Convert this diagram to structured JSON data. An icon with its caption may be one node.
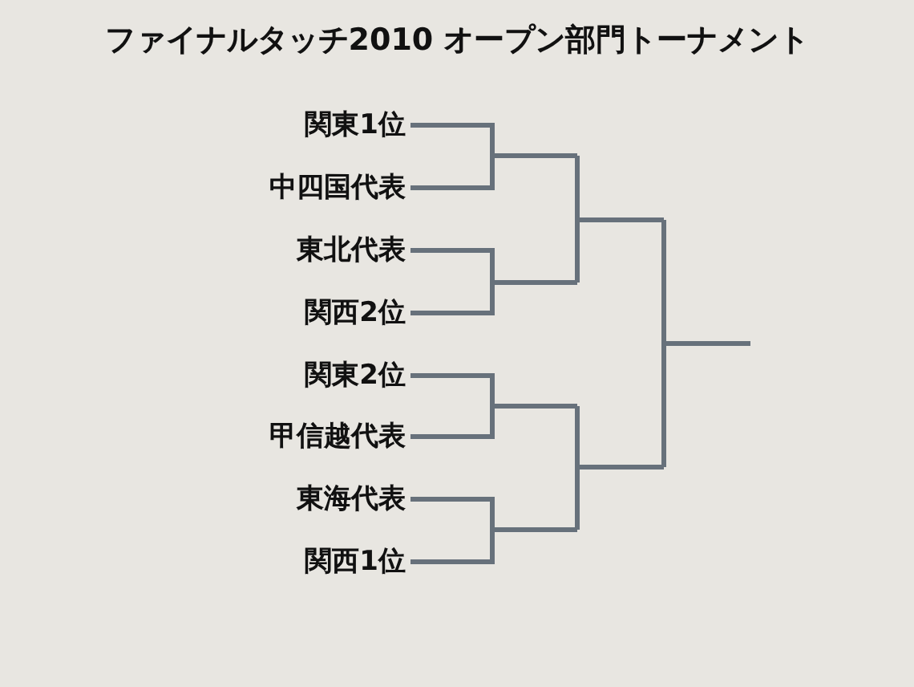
{
  "diagram": {
    "title": "ファイナルタッチ2010 オープン部門トーナメント",
    "nodes": [
      {
        "text": [
          "関東1位"
        ]
      },
      {
        "text": [
          "中四国代表"
        ]
      },
      {
        "text": [
          "東北代表"
        ]
      },
      {
        "text": [
          "関西2位"
        ]
      },
      {
        "text": [
          "関東2位"
        ]
      },
      {
        "text": [
          "甲信越代表"
        ]
      },
      {
        "text": [
          "東海代表"
        ]
      },
      {
        "text": [
          "関西1位"
        ]
      }
    ],
    "edges": [
      {
        "from": 0,
        "to": 1,
        "arrow": "none"
      },
      {
        "from": 2,
        "to": 3,
        "arrow": "none"
      },
      {
        "from": 4,
        "to": 5,
        "arrow": "none"
      },
      {
        "from": 6,
        "to": 7,
        "arrow": "none"
      }
    ]
  }
}
